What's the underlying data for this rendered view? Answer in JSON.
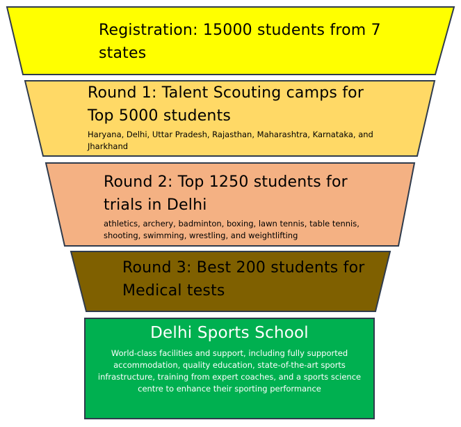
{
  "funnel": {
    "stages": [
      {
        "title": "Registration: 15000 students from 7 states",
        "detail": "",
        "color": "#FFFF00"
      },
      {
        "title": "Round 1: Talent Scouting camps for Top 5000 students",
        "detail": "Haryana, Delhi, Uttar Pradesh, Rajasthan, Maharashtra, Karnataka, and Jharkhand",
        "color": "#FFD966"
      },
      {
        "title": "Round 2: Top 1250 students for trials in Delhi",
        "detail": "athletics, archery, badminton, boxing, lawn tennis, table tennis, shooting, swimming, wrestling, and weightlifting",
        "color": "#F4B183"
      },
      {
        "title": "Round 3: Best 200 students for Medical tests",
        "detail": "",
        "color": "#7F6000"
      },
      {
        "title": "Delhi Sports School",
        "detail": "World-class facilities and support, including fully supported accommodation, quality education, state-of-the-art sports infrastructure, training from expert coaches, and a sports science centre to enhance their sporting performance",
        "color": "#00B050"
      }
    ],
    "outline_color": "#2F3B4C"
  }
}
